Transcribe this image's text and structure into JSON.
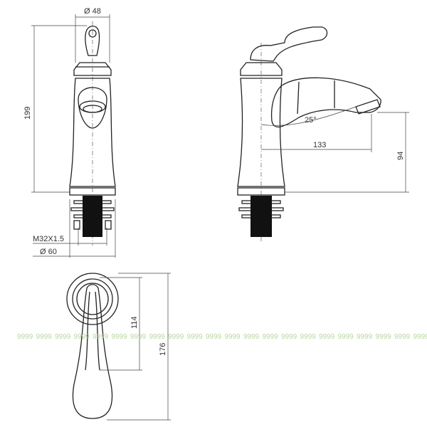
{
  "drawing": {
    "dimensions": {
      "top_diameter": "Ø 48",
      "height_total": "199",
      "thread": "M32X1.5",
      "base_diameter": "Ø 60",
      "spout_angle": "25°",
      "spout_reach": "133",
      "spout_height": "94",
      "plan_width": "114",
      "plan_length": "176"
    },
    "watermark": "9999"
  }
}
